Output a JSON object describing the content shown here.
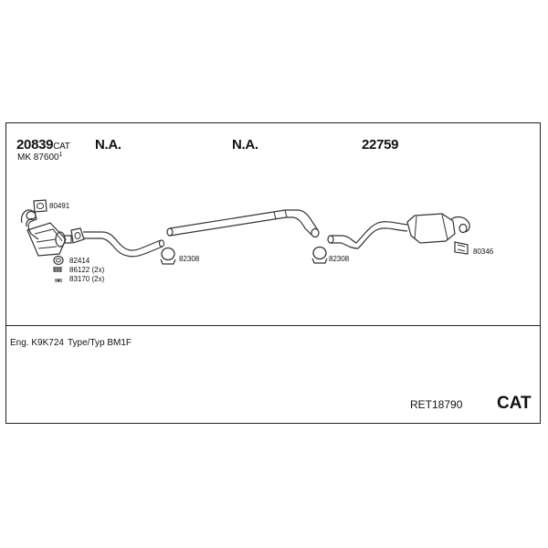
{
  "header": {
    "part_main": "20839",
    "part_main_suffix": "CAT",
    "part_sub_prefix": "MK",
    "part_sub": "87600",
    "part_sub_note": "1",
    "na_1": "N.A.",
    "na_2": "N.A.",
    "part_rear": "22759"
  },
  "labels": {
    "gasket_front": "80491",
    "clamp_front": "82414",
    "bolt_1": "86122 (2x)",
    "nut_1": "83170 (2x)",
    "clamp_mid": "82308",
    "clamp_rear": "82308",
    "hanger_rear": "80346"
  },
  "footer": {
    "engine": "Eng. K9K724",
    "type": "Type/Typ BM1F",
    "reference": "RET18790",
    "category": "CAT"
  },
  "colors": {
    "line": "#333333",
    "frame": "#222222"
  }
}
